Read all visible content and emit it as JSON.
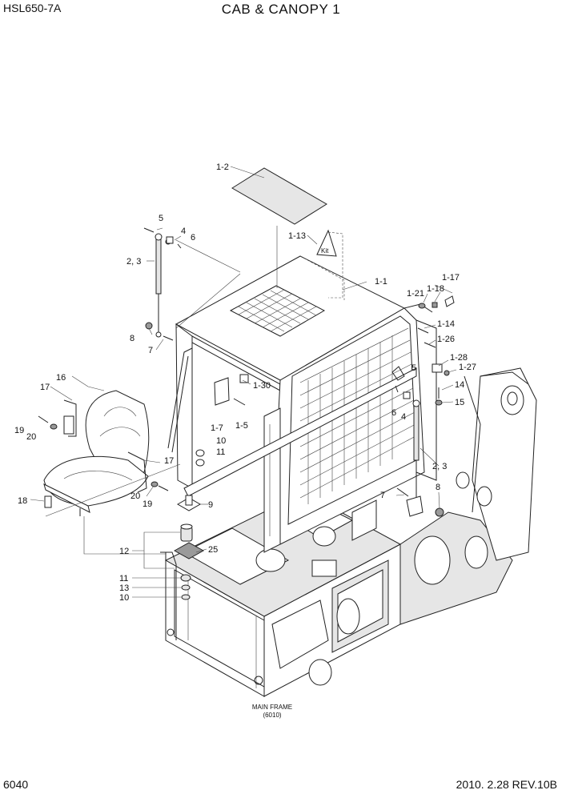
{
  "header": {
    "model": "HSL650-7A",
    "title": "CAB & CANOPY 1"
  },
  "footer": {
    "page_number": "6040",
    "revision": "2010. 2.28  REV.10B"
  },
  "diagram": {
    "reference_label": {
      "line1": "MAIN FRAME",
      "line2": "(6010)"
    },
    "callouts": {
      "c_1_2": "1-2",
      "c_5a": "5",
      "c_4a": "4",
      "c_6a": "6",
      "c_23a": "2, 3",
      "c_1_13": "1-13",
      "c_1_1": "1-1",
      "c_1_17": "1-17",
      "c_1_21": "1-21",
      "c_1_18": "1-18",
      "c_1_14": "1-14",
      "c_1_26": "1-26",
      "c_1_28": "1-28",
      "c_1_27": "1-27",
      "c_5b": "5",
      "c_8a": "8",
      "c_7a": "7",
      "c_16": "16",
      "c_17a": "17",
      "c_1_30": "1-30",
      "c_14": "14",
      "c_15": "15",
      "c_19a": "19",
      "c_20a": "20",
      "c_1_7": "1-7",
      "c_1_5": "1-5",
      "c_6b": "6",
      "c_4b": "4",
      "c_10a": "10",
      "c_11a": "11",
      "c_17b": "17",
      "c_23b": "2, 3",
      "c_18": "18",
      "c_20b": "20",
      "c_19b": "19",
      "c_7b": "7",
      "c_8b": "8",
      "c_9": "9",
      "c_12": "12",
      "c_25": "25",
      "c_11b": "11",
      "c_13": "13",
      "c_10b": "10"
    }
  }
}
